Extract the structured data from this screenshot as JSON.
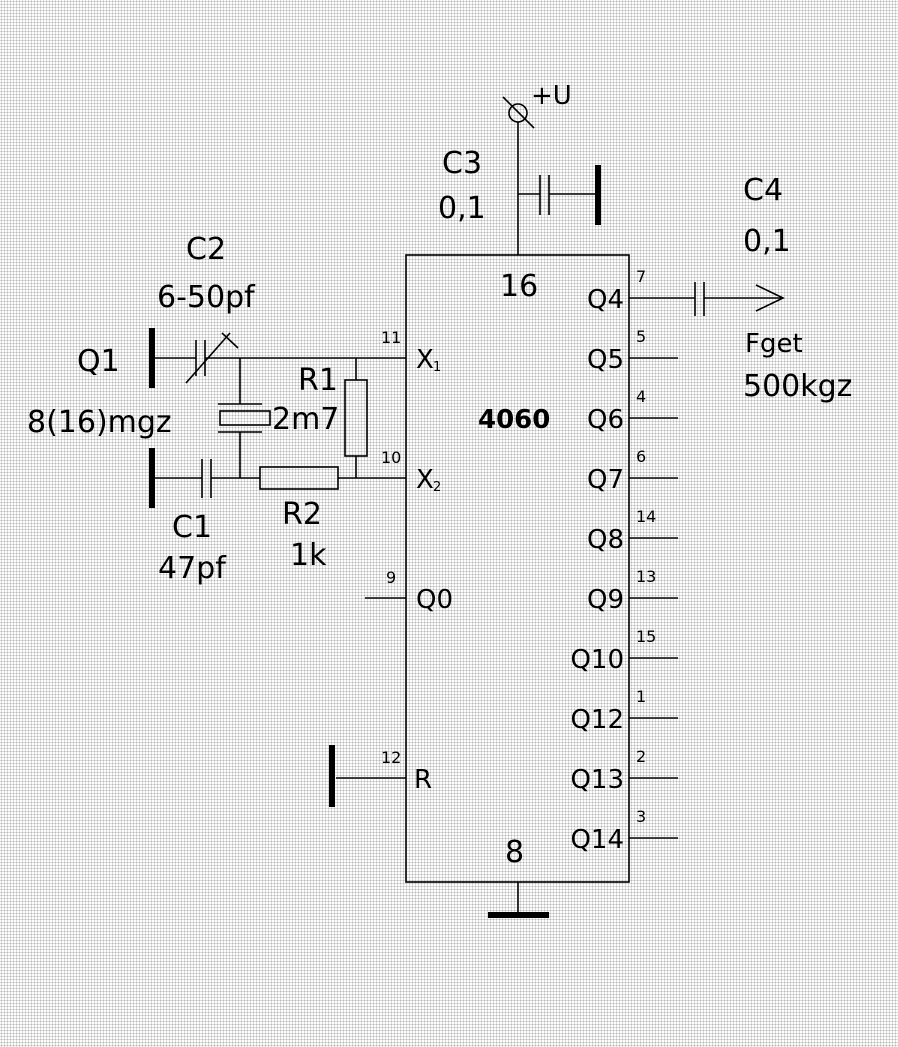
{
  "ic": {
    "part": "4060",
    "vcc_pin": "16",
    "gnd_pin": "8"
  },
  "supply": {
    "label": "+U"
  },
  "inputs": {
    "x1": {
      "name": "X",
      "sub": "1",
      "pin": "11"
    },
    "x2": {
      "name": "X",
      "sub": "2",
      "pin": "10"
    },
    "q0": {
      "name": "Q0",
      "pin": "9"
    },
    "r": {
      "name": "R",
      "pin": "12"
    }
  },
  "outputs": [
    {
      "name": "Q4",
      "pin": "7"
    },
    {
      "name": "Q5",
      "pin": "5"
    },
    {
      "name": "Q6",
      "pin": "4"
    },
    {
      "name": "Q7",
      "pin": "6"
    },
    {
      "name": "Q8",
      "pin": "14"
    },
    {
      "name": "Q9",
      "pin": "13"
    },
    {
      "name": "Q10",
      "pin": "15"
    },
    {
      "name": "Q12",
      "pin": "1"
    },
    {
      "name": "Q13",
      "pin": "2"
    },
    {
      "name": "Q14",
      "pin": "3"
    }
  ],
  "components": {
    "c1": {
      "ref": "C1",
      "value": "47pf"
    },
    "c2": {
      "ref": "C2",
      "value": "6-50pf"
    },
    "c3": {
      "ref": "C3",
      "value": "0,1"
    },
    "c4": {
      "ref": "C4",
      "value": "0,1"
    },
    "r1": {
      "ref": "R1",
      "value": "2m7"
    },
    "r2": {
      "ref": "R2",
      "value": "1k"
    },
    "q1": {
      "ref": "Q1",
      "value": "8(16)mgz"
    }
  },
  "output_signal": {
    "name": "Fget",
    "value": "500kgz"
  }
}
